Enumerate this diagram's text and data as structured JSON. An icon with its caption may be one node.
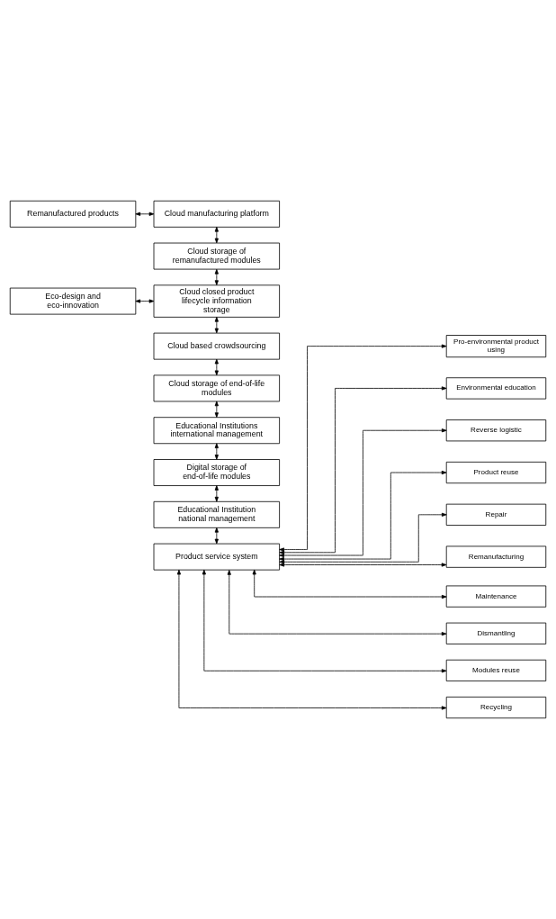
{
  "diagram": {
    "nodes": [
      {
        "text": [
          "Remanufactured products"
        ]
      },
      {
        "text": [
          "Cloud manufacturing platform"
        ]
      },
      {
        "text": [
          "Cloud storage of remanufactured modules"
        ]
      },
      {
        "text": [
          "Eco-design and eco-innovation"
        ]
      },
      {
        "text": [
          "Cloud closed product lifecycle information storage"
        ]
      },
      {
        "text": [
          "Cloud based crowdsourcing"
        ]
      },
      {
        "text": [
          "Cloud storage of end-of-life modules"
        ]
      },
      {
        "text": [
          "Educational Institutions international management"
        ]
      },
      {
        "text": [
          "Digital storage of end-of-life modules"
        ]
      },
      {
        "text": [
          "Educational Institution national management"
        ]
      },
      {
        "text": [
          "Product service system"
        ]
      },
      {
        "text": [
          "Pro-environmental product using"
        ]
      },
      {
        "text": [
          "Environmental education"
        ]
      },
      {
        "text": [
          "Reverse logistic"
        ]
      },
      {
        "text": [
          "Product reuse"
        ]
      },
      {
        "text": [
          "Repair"
        ]
      },
      {
        "text": [
          "Remanufacturing"
        ]
      },
      {
        "text": [
          "Maintenance"
        ]
      },
      {
        "text": [
          "Dismantling"
        ]
      },
      {
        "text": [
          "Modules reuse"
        ]
      },
      {
        "text": [
          "Recycling"
        ]
      }
    ],
    "edges": [
      {
        "from": 0,
        "to": 1,
        "arrow": "both"
      },
      {
        "from": 1,
        "to": 2,
        "arrow": "both"
      },
      {
        "from": 2,
        "to": 4,
        "arrow": "both"
      },
      {
        "from": 3,
        "to": 4,
        "arrow": "both"
      },
      {
        "from": 4,
        "to": 5,
        "arrow": "both"
      },
      {
        "from": 5,
        "to": 6,
        "arrow": "both"
      },
      {
        "from": 6,
        "to": 7,
        "arrow": "both"
      },
      {
        "from": 7,
        "to": 8,
        "arrow": "both"
      },
      {
        "from": 8,
        "to": 9,
        "arrow": "both"
      },
      {
        "from": 9,
        "to": 10,
        "arrow": "both"
      },
      {
        "from": 11,
        "to": 10,
        "arrow": "both"
      },
      {
        "from": 12,
        "to": 10,
        "arrow": "both"
      },
      {
        "from": 13,
        "to": 10,
        "arrow": "both"
      },
      {
        "from": 14,
        "to": 10,
        "arrow": "both"
      },
      {
        "from": 15,
        "to": 10,
        "arrow": "both"
      },
      {
        "from": 16,
        "to": 10,
        "arrow": "both"
      },
      {
        "from": 17,
        "to": 10,
        "arrow": "both"
      },
      {
        "from": 18,
        "to": 10,
        "arrow": "both"
      },
      {
        "from": 19,
        "to": 10,
        "arrow": "both"
      },
      {
        "from": 20,
        "to": 10,
        "arrow": "both"
      }
    ]
  }
}
